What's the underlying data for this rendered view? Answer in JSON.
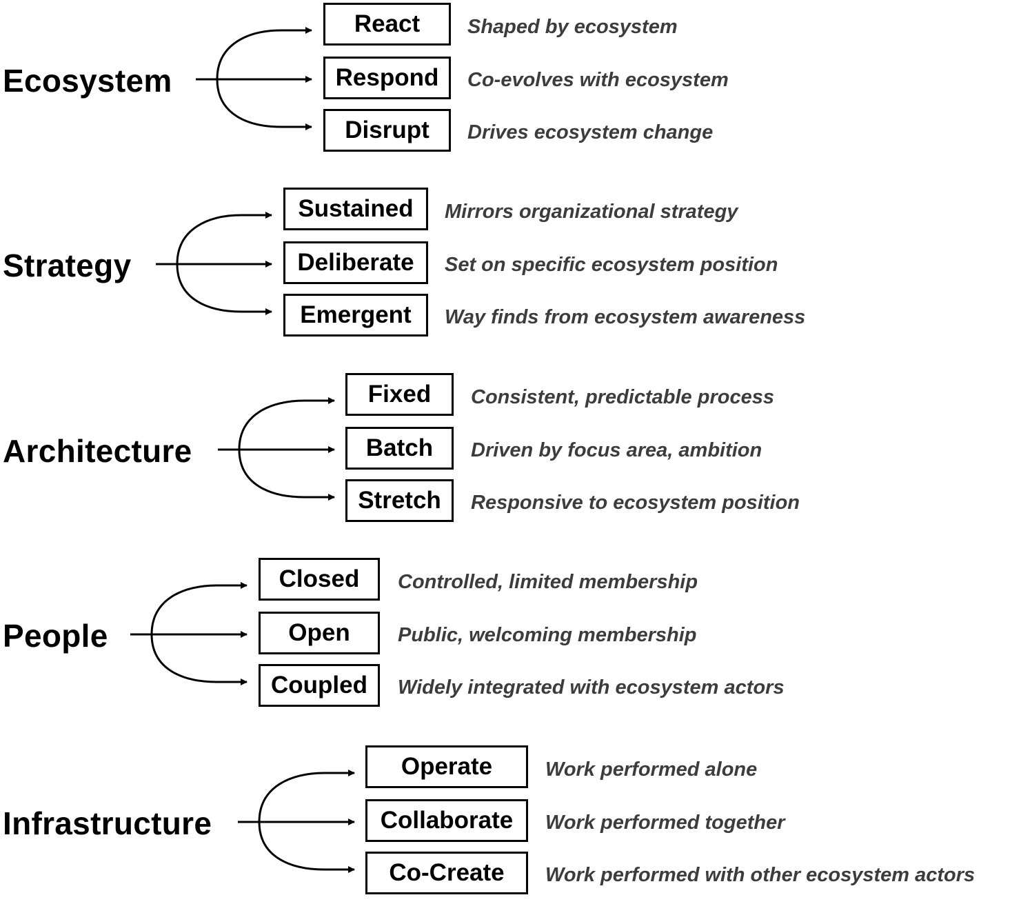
{
  "colors": {
    "ink": "#000000",
    "description_text": "#3c3c3c",
    "background": "#ffffff"
  },
  "groups": [
    {
      "label": "Ecosystem",
      "options": [
        {
          "name": "React",
          "description": "Shaped by ecosystem"
        },
        {
          "name": "Respond",
          "description": "Co-evolves with ecosystem"
        },
        {
          "name": "Disrupt",
          "description": "Drives ecosystem change"
        }
      ]
    },
    {
      "label": "Strategy",
      "options": [
        {
          "name": "Sustained",
          "description": "Mirrors organizational strategy"
        },
        {
          "name": "Deliberate",
          "description": "Set on specific ecosystem position"
        },
        {
          "name": "Emergent",
          "description": "Way finds from ecosystem awareness"
        }
      ]
    },
    {
      "label": "Architecture",
      "options": [
        {
          "name": "Fixed",
          "description": "Consistent, predictable process"
        },
        {
          "name": "Batch",
          "description": "Driven by focus area, ambition"
        },
        {
          "name": "Stretch",
          "description": "Responsive to ecosystem position"
        }
      ]
    },
    {
      "label": "People",
      "options": [
        {
          "name": "Closed",
          "description": "Controlled, limited membership"
        },
        {
          "name": "Open",
          "description": "Public, welcoming membership"
        },
        {
          "name": "Coupled",
          "description": "Widely integrated with ecosystem actors"
        }
      ]
    },
    {
      "label": "Infrastructure",
      "options": [
        {
          "name": "Operate",
          "description": "Work performed alone"
        },
        {
          "name": "Collaborate",
          "description": "Work performed together"
        },
        {
          "name": "Co-Create",
          "description": "Work performed with other ecosystem actors"
        }
      ]
    }
  ]
}
